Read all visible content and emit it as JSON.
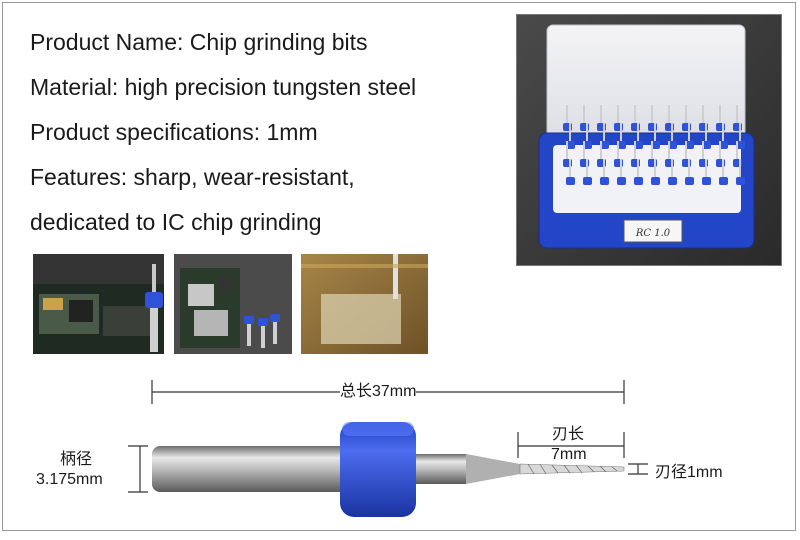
{
  "specs": [
    {
      "label": "Product Name",
      "value": "Chip grinding bits"
    },
    {
      "label": "Material",
      "value": "high precision tungsten steel"
    },
    {
      "label": "Product specifications",
      "value": "1mm"
    },
    {
      "label": "Features",
      "value": "sharp, wear-resistant,"
    },
    {
      "label": "",
      "value": "dedicated to IC chip grinding"
    }
  ],
  "box_label": "RC 1.0",
  "diagram": {
    "total_length": "总长37mm",
    "shank_label": "柄径",
    "shank_value": "3.175mm",
    "blade_length_label": "刃长",
    "blade_length_value": "7mm",
    "blade_diameter": "刃径1mm"
  },
  "colors": {
    "collar_blue": "#2f52d8",
    "box_blue": "#2346c8",
    "steel": "#b8b8b8"
  }
}
